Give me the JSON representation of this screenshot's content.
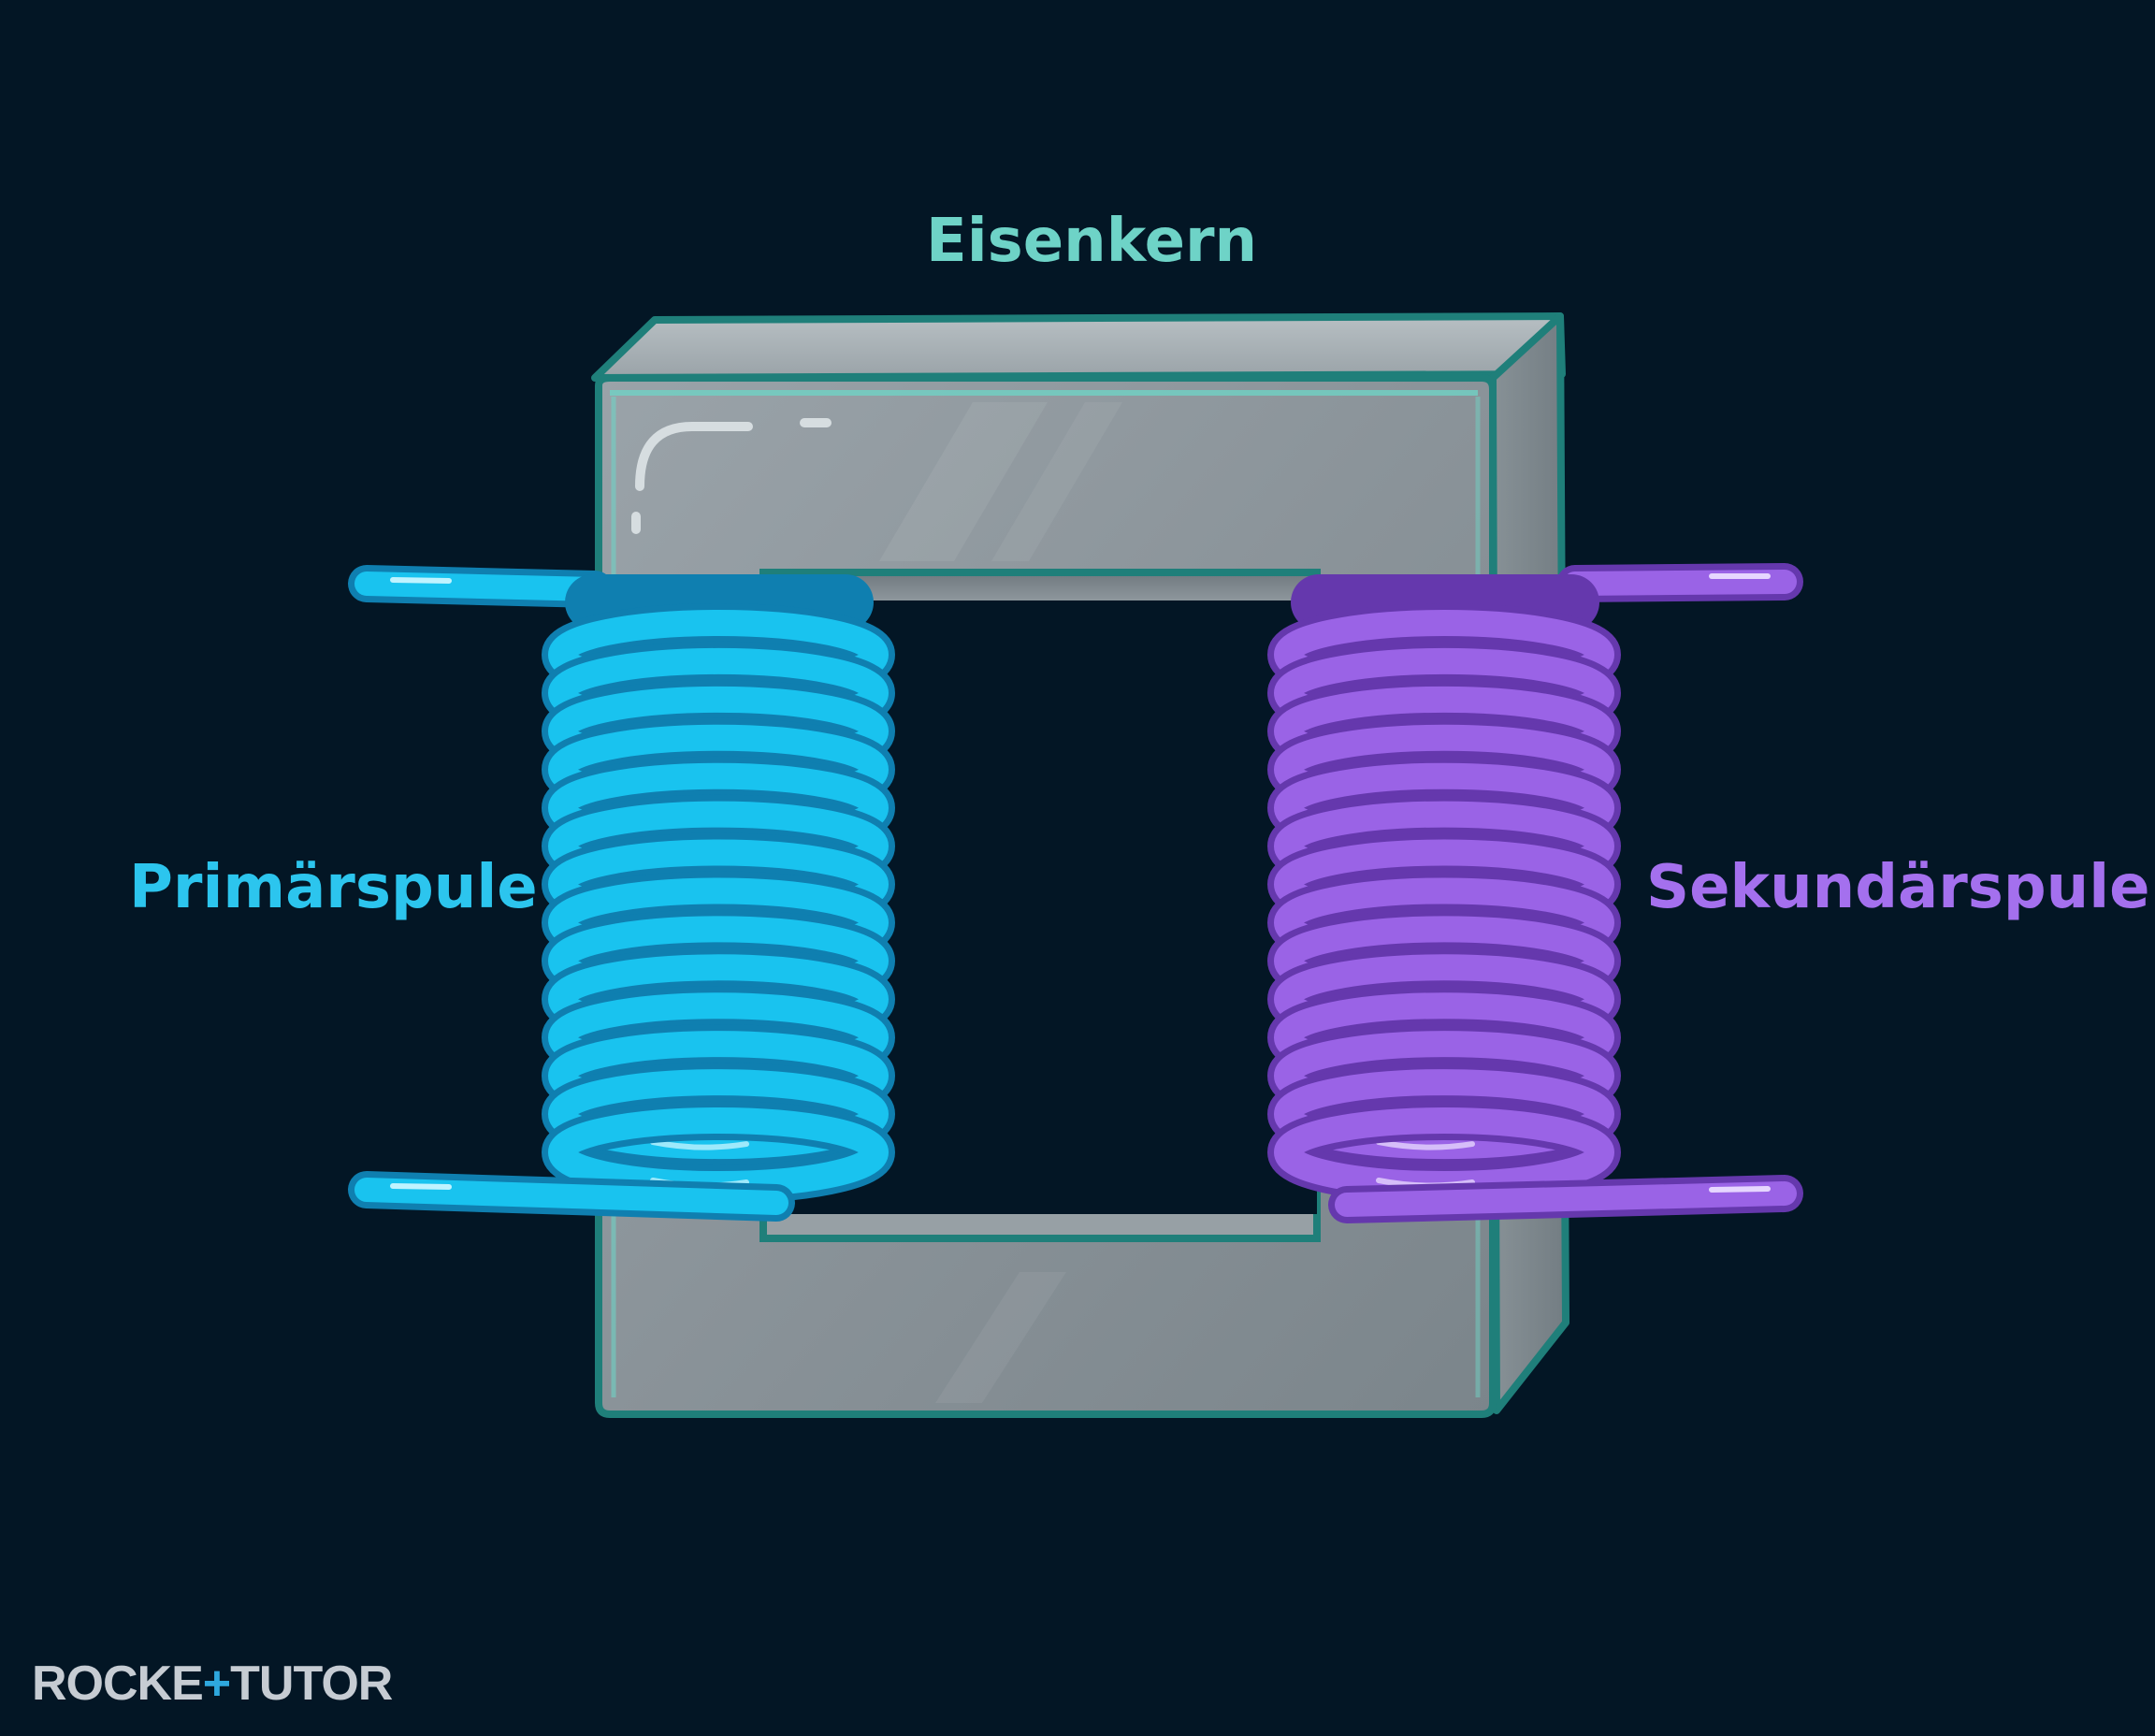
{
  "labels": {
    "core": "Eisenkern",
    "primary": "Primärspule",
    "secondary": "Sekundärspule"
  },
  "logo": {
    "part1": "ROCKE",
    "plus": "+",
    "part2": "TUTOR"
  },
  "colors": {
    "background": "#031625",
    "core_outline": "#1f7f7a",
    "core_edge": "#6fd2c4",
    "core_face": "#8c959c",
    "core_top": "#aab2b7",
    "core_side": "#7e888e",
    "primary_coil": "#19c3ef",
    "primary_coil_dark": "#0f7fb0",
    "secondary_coil": "#9a63e6",
    "secondary_coil_dark": "#6538ad",
    "core_label": "#6ed3c7",
    "primary_label": "#2cc5ee",
    "secondary_label": "#a470ee"
  },
  "coils": {
    "primary_turns": 14,
    "secondary_turns": 14
  },
  "icons": {
    "core": "iron-core-icon",
    "primary": "primary-coil-icon",
    "secondary": "secondary-coil-icon"
  }
}
